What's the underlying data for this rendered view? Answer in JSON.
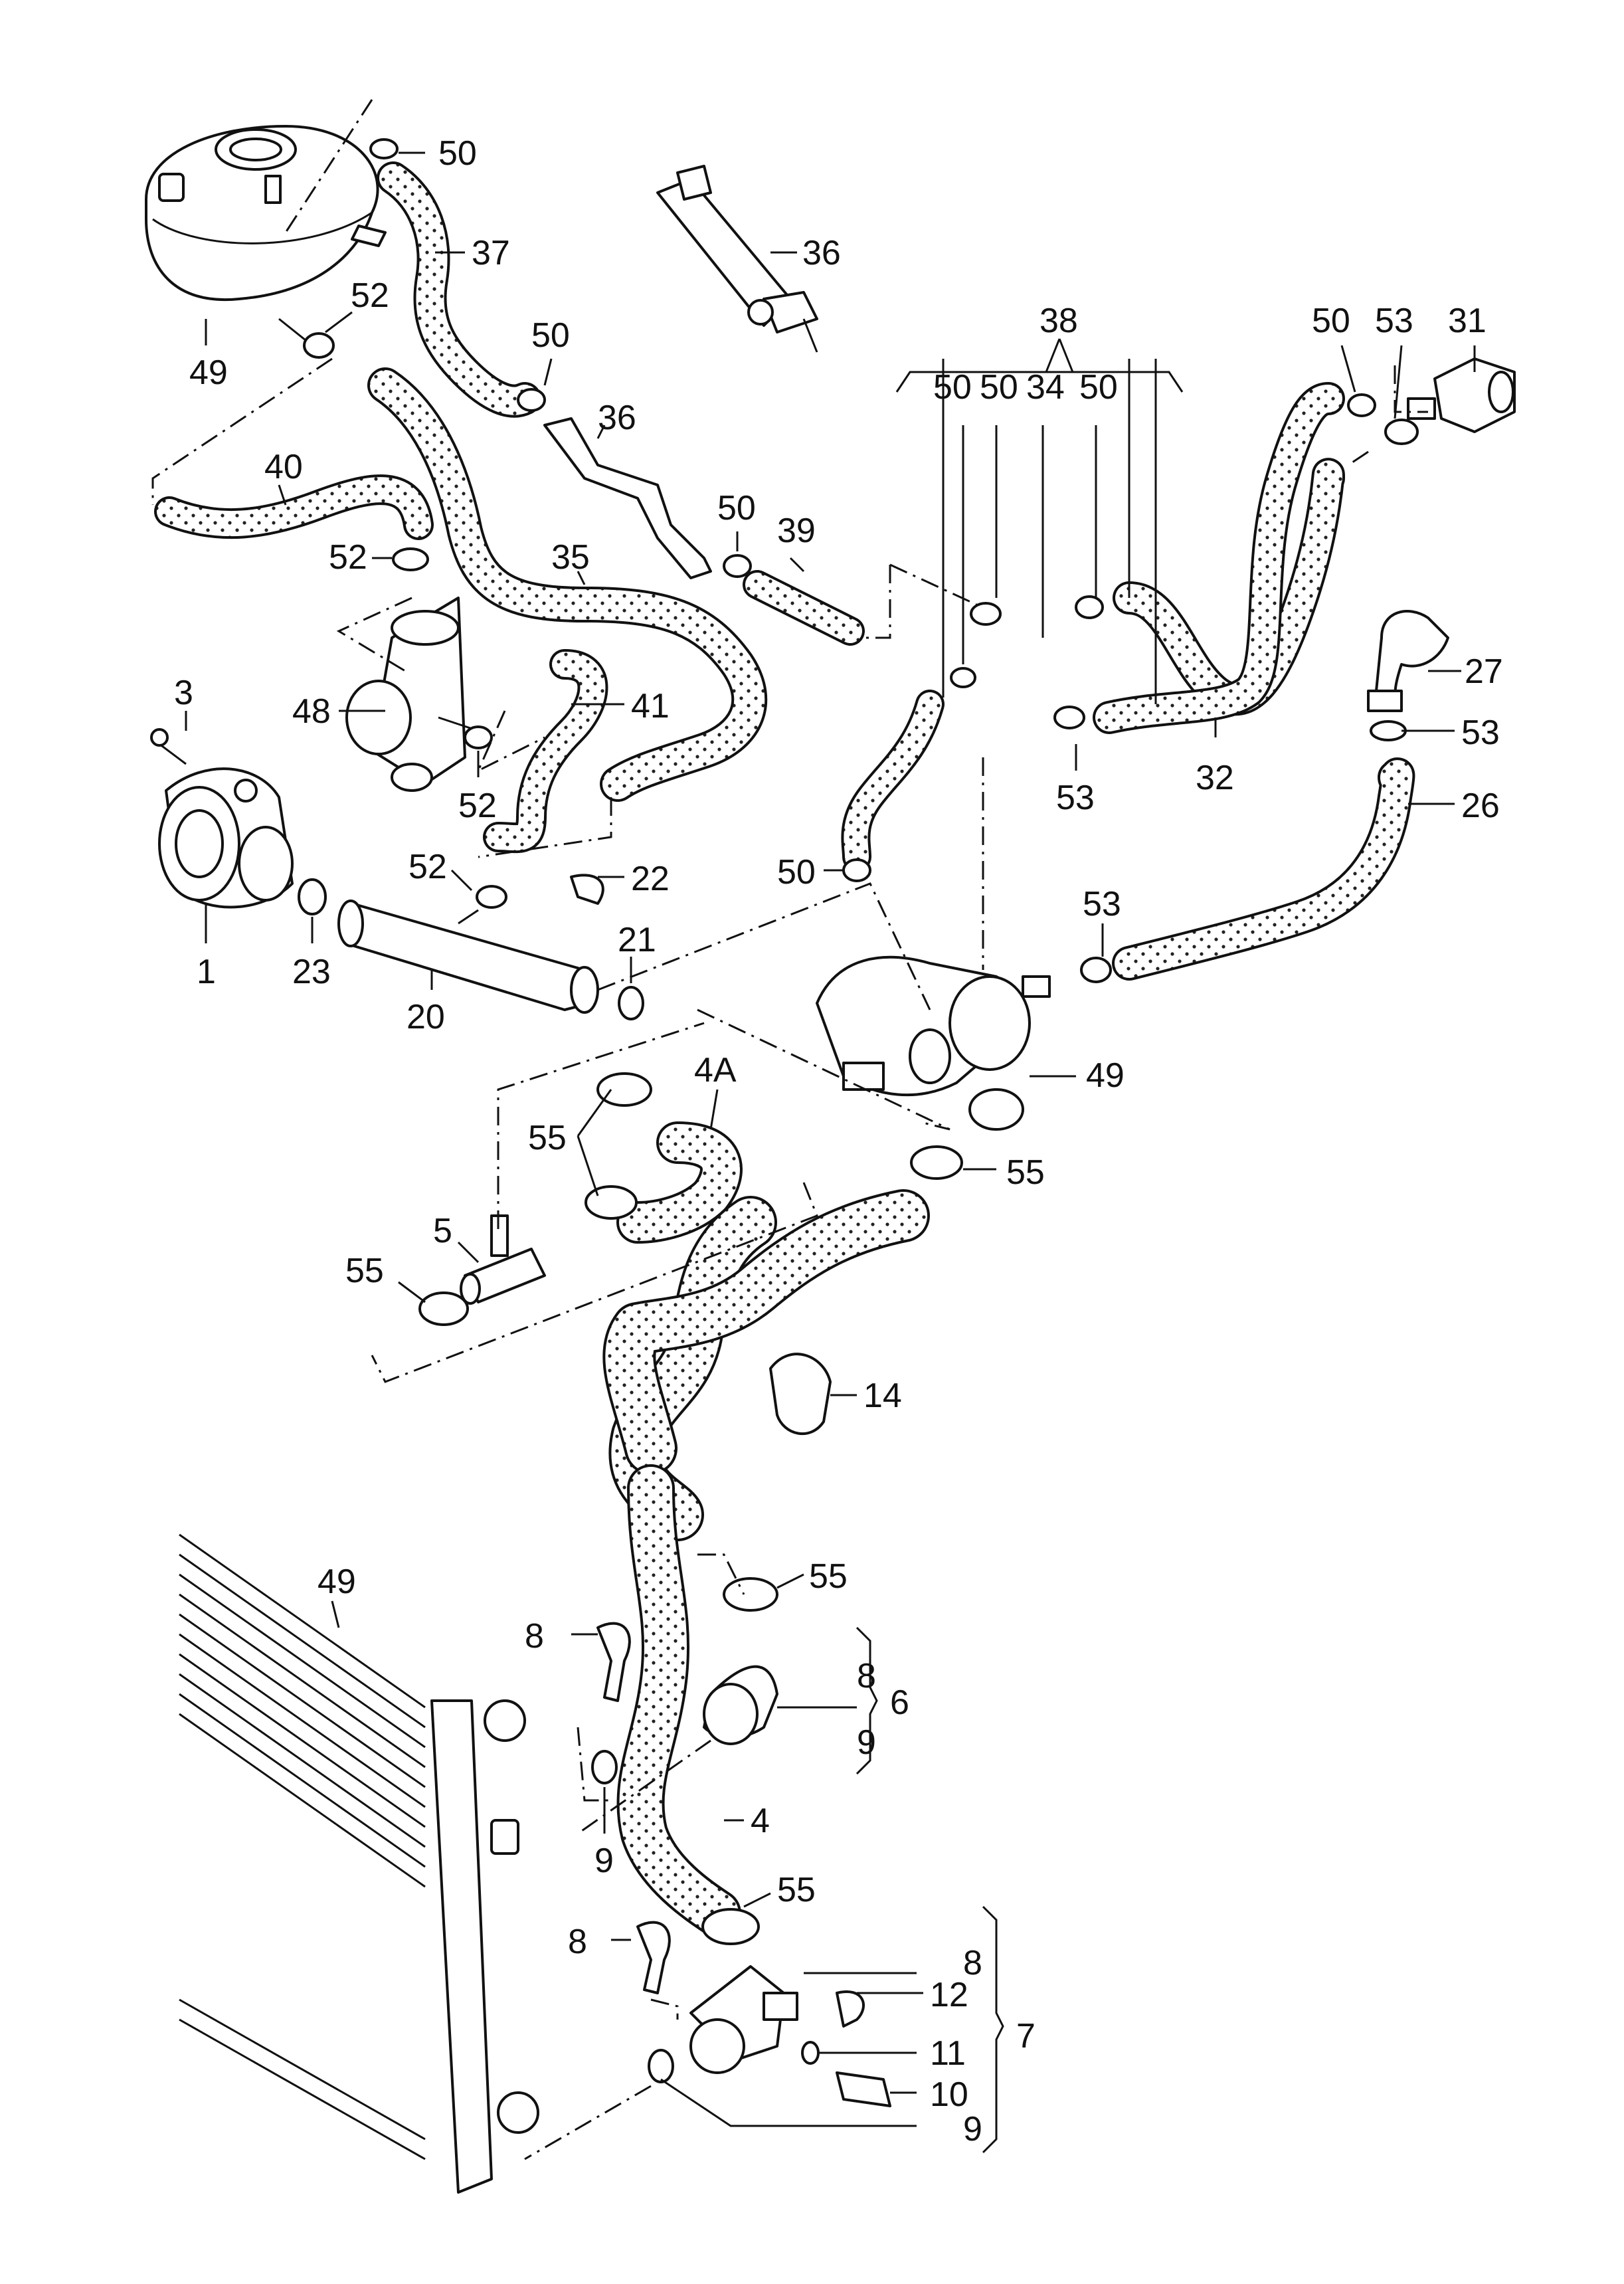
{
  "labels": {
    "p1": "1",
    "p3": "3",
    "p4": "4",
    "p4A": "4A",
    "p5": "5",
    "p6": "6",
    "p7": "7",
    "p8a": "8",
    "p8b": "8",
    "p8c": "8",
    "p8d": "8",
    "p9a": "9",
    "p9b": "9",
    "p9c": "9",
    "p10": "10",
    "p11": "11",
    "p12": "12",
    "p14": "14",
    "p20": "20",
    "p21": "21",
    "p22": "22",
    "p23": "23",
    "p26": "26",
    "p27": "27",
    "p31": "31",
    "p32": "32",
    "p34": "34",
    "p35": "35",
    "p36a": "36",
    "p36b": "36",
    "p37": "37",
    "p38": "38",
    "p39": "39",
    "p40": "40",
    "p41": "41",
    "p48": "48",
    "p49a": "49",
    "p49b": "49",
    "p49c": "49",
    "p50a": "50",
    "p50b": "50",
    "p50c": "50",
    "p50d": "50",
    "p50e": "50",
    "p50f": "50",
    "p50g": "50",
    "p50h": "50",
    "p52a": "52",
    "p52b": "52",
    "p52c": "52",
    "p52d": "52",
    "p53a": "53",
    "p53b": "53",
    "p53c": "53",
    "p53d": "53",
    "p55a": "55",
    "p55b": "55",
    "p55c": "55",
    "p55d": "55",
    "p55e": "55"
  },
  "style": {
    "line_color": "#111111",
    "hose_fill_color": "#ffffff",
    "hose_dot_color": "#222222",
    "background": "#ffffff"
  }
}
